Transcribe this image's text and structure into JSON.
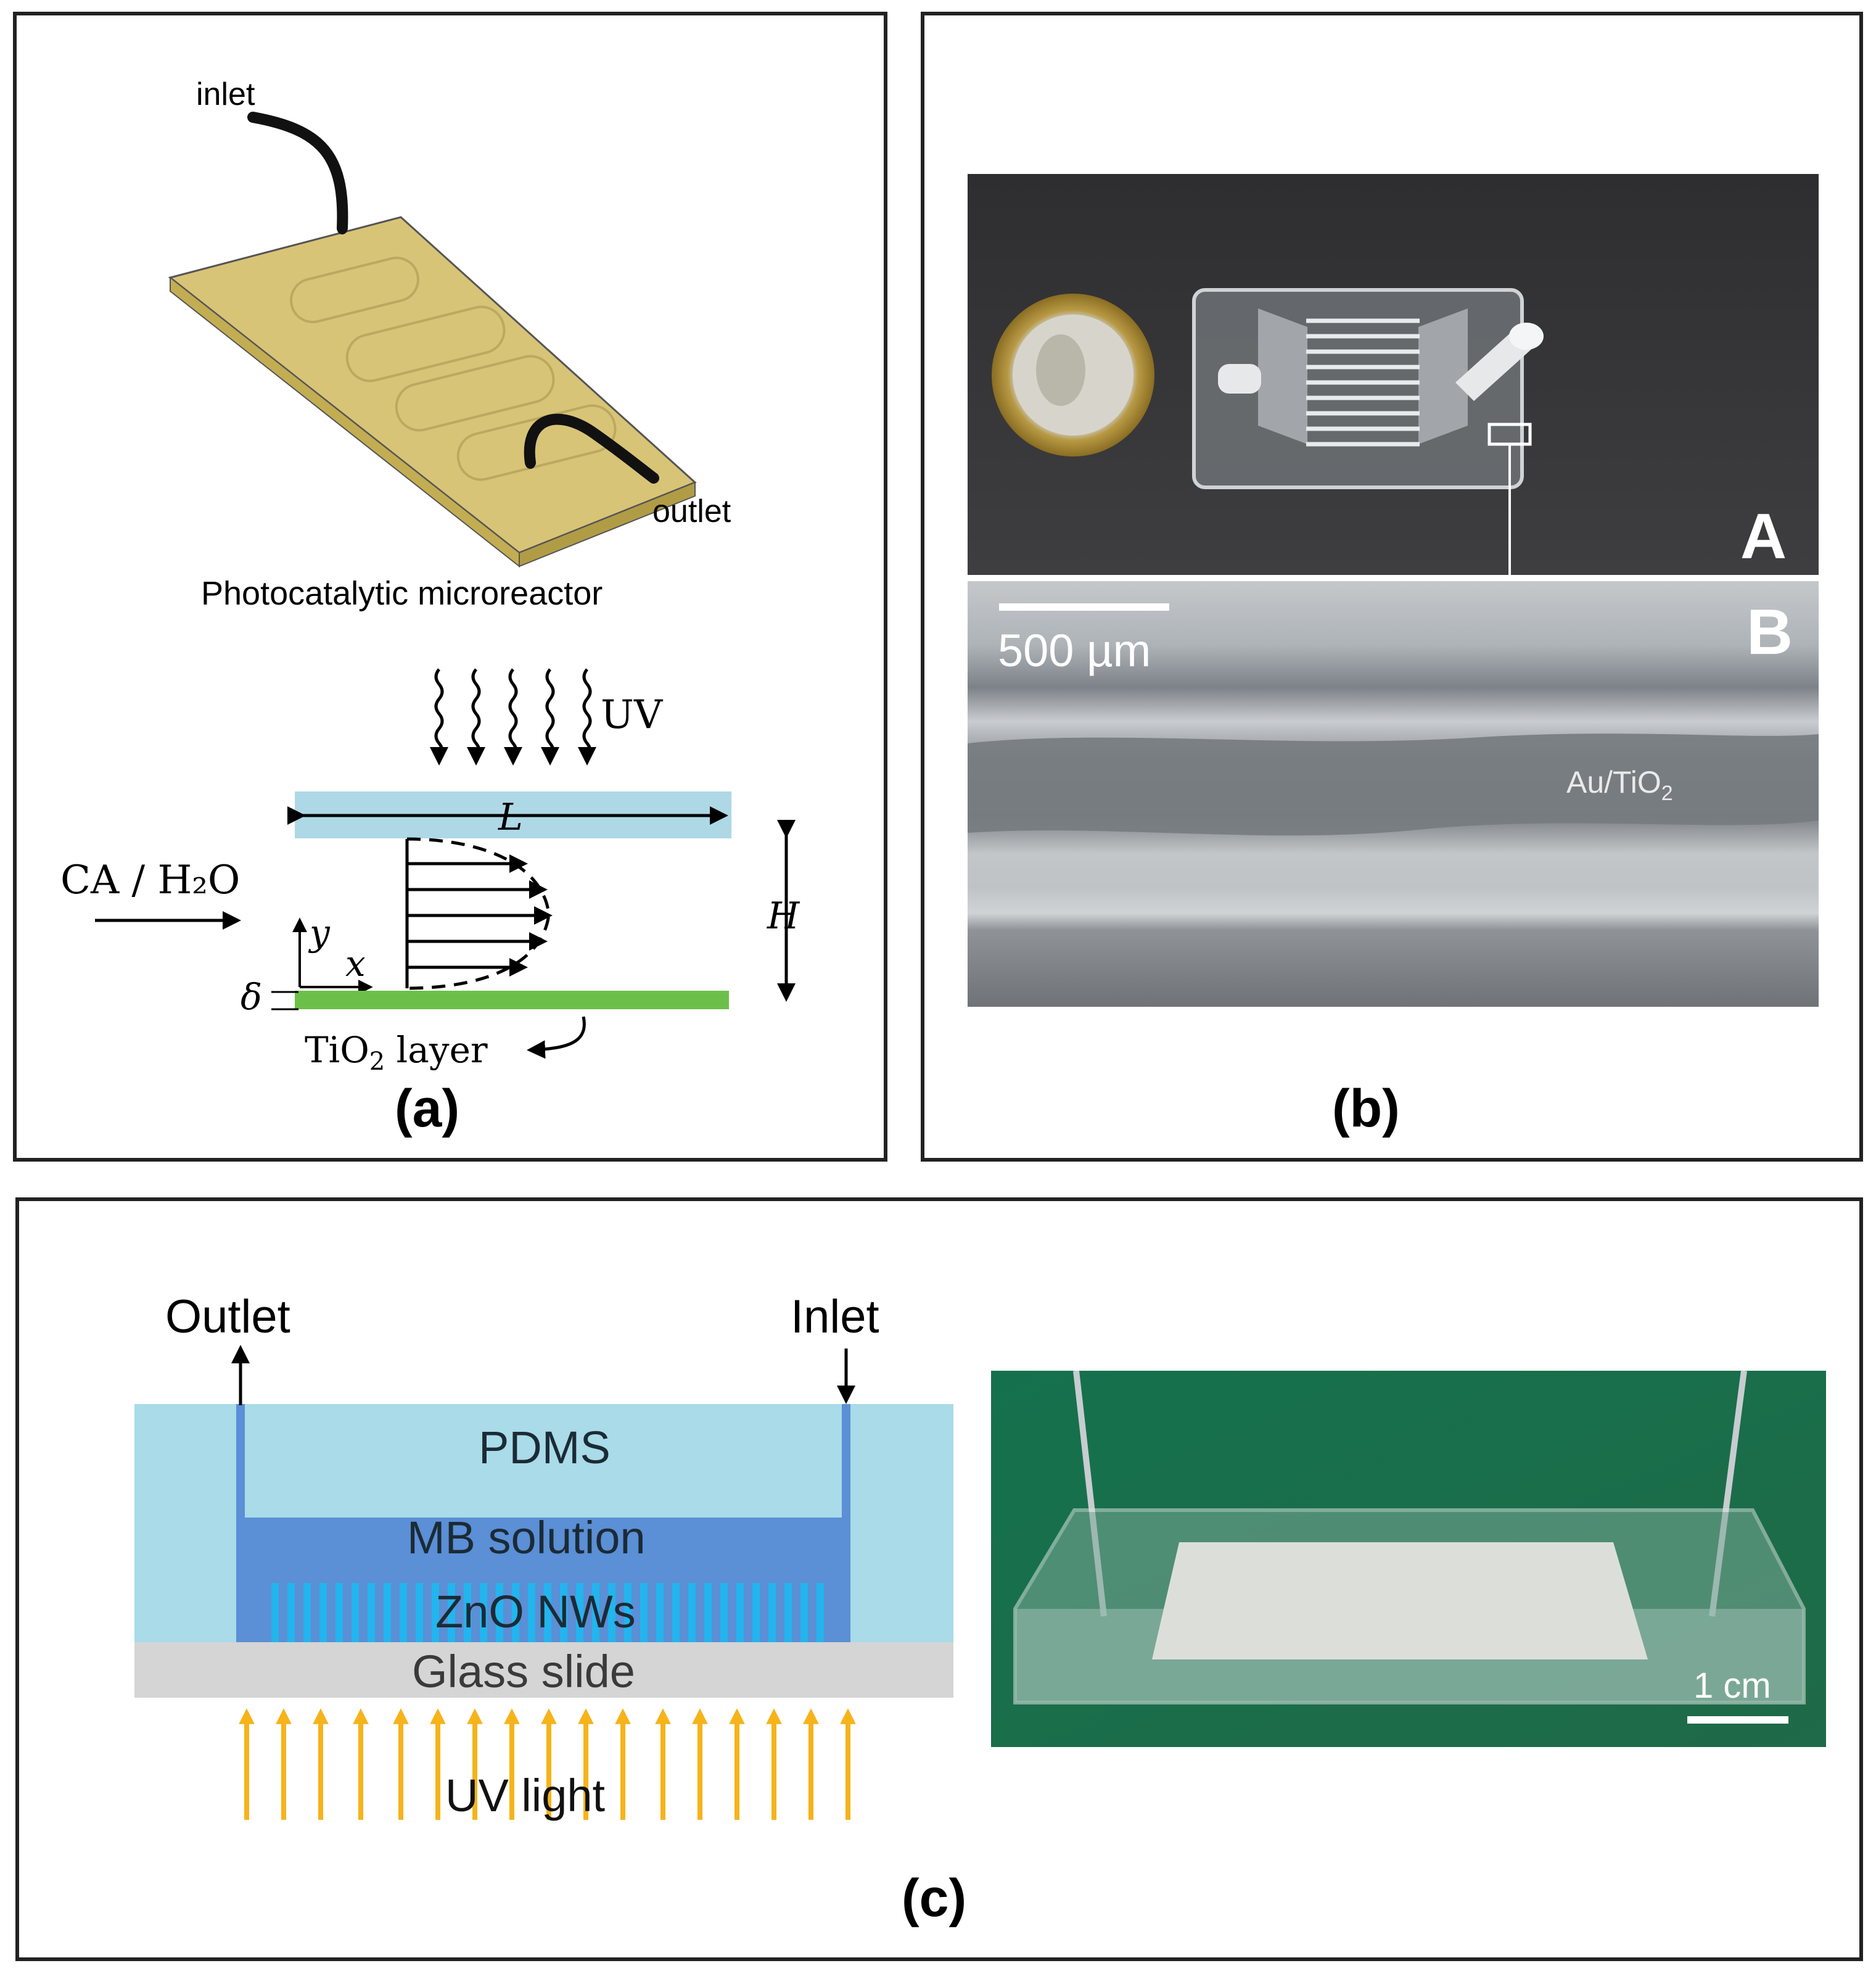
{
  "panels": {
    "a": {
      "caption": "(a)",
      "inlet": "inlet",
      "outlet": "outlet",
      "title": "Photocatalytic microreactor",
      "uv": "UV",
      "length": "L",
      "height": "H",
      "flow": "CA / H₂O",
      "y_axis": "y",
      "x_axis": "x",
      "delta": "δ",
      "layer_prefix": "TiO",
      "layer_sub": "2",
      "layer_suffix": " layer"
    },
    "b": {
      "caption": "(b)",
      "label_a": "A",
      "label_b": "B",
      "scale": "500 µm",
      "material_prefix": "Au/TiO",
      "material_sub": "2"
    },
    "c": {
      "caption": "(c)",
      "outlet": "Outlet",
      "inlet": "Inlet",
      "pdms": "PDMS",
      "solution": "MB solution",
      "nanowires": "ZnO NWs",
      "slide": "Glass slide",
      "light": "UV light",
      "photo_scale": "1 cm"
    }
  },
  "colors": {
    "reactor_top": "#d8c477",
    "reactor_side": "#c3ad52",
    "channel_glass": "#aed8e6",
    "tio2_green": "#6cc04a",
    "pdms_blue": "#a9dbe8",
    "solution_blue": "#5b8fd6",
    "nanowire_cyan": "#22b5ee",
    "glass_grey": "#d5d5d5",
    "uv_orange": "#f6b31a",
    "photo_green": "#1d6d4b"
  }
}
